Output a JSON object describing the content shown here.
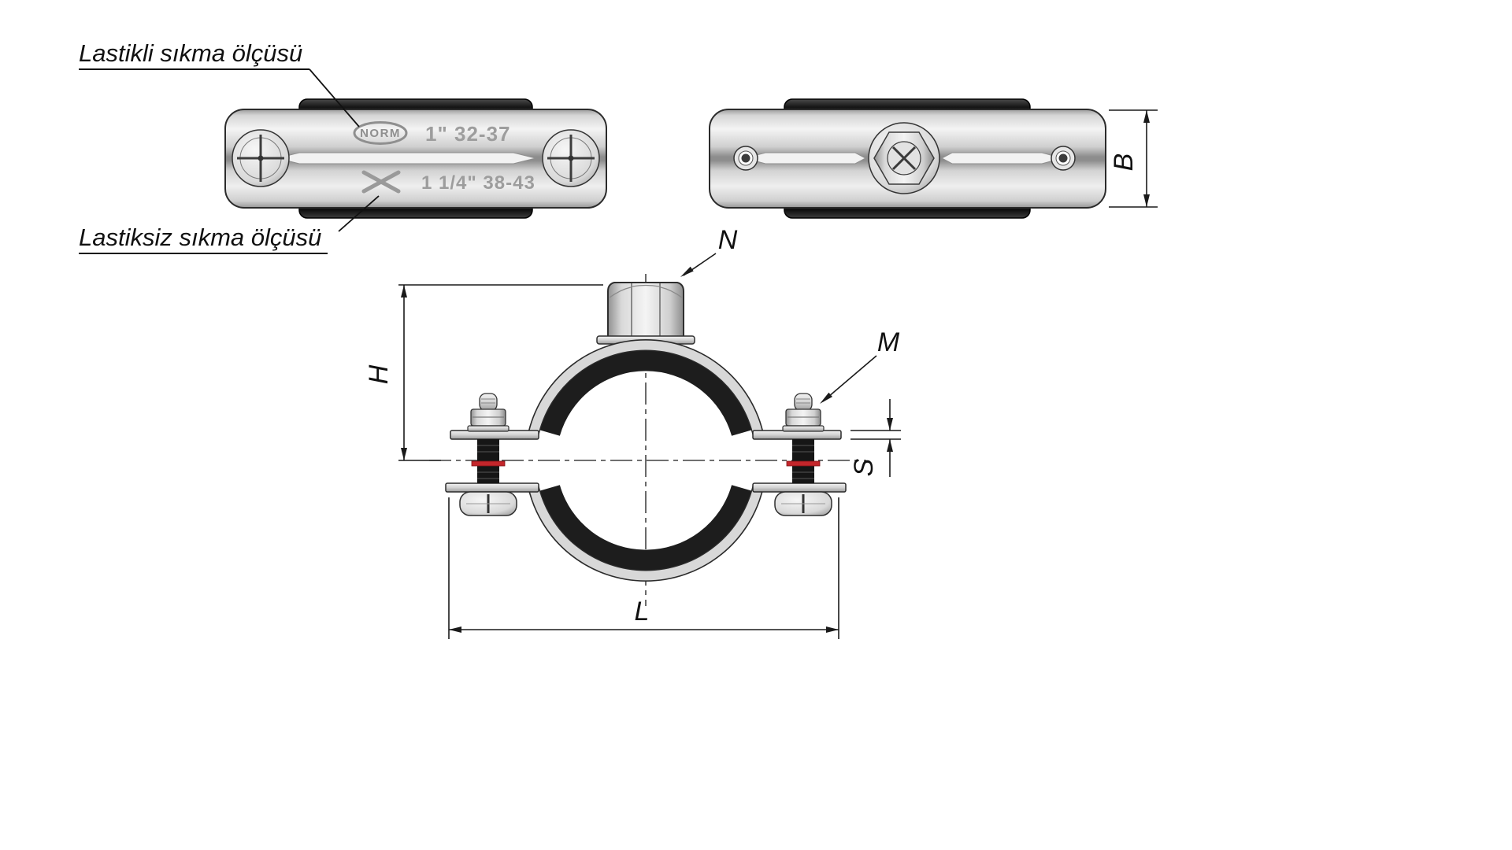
{
  "page": {
    "background": "#ffffff"
  },
  "callouts": {
    "with_rubber": "Lastikli sıkma ölçüsü",
    "without_rubber": "Lastiksiz sıkma ölçüsü"
  },
  "band_markings": {
    "brand": "NORM",
    "size_range_top": "1\" 32-37",
    "size_range_bottom": "1 1/4\" 38-43"
  },
  "dim_labels": {
    "width": "B",
    "height": "H",
    "length": "L",
    "plate_thickness": "S",
    "nut": "N",
    "screw": "M"
  },
  "colors": {
    "line": "#1a1a1a",
    "rubber": "#1d1d1d",
    "metal_light": "#f4f4f4",
    "metal_dark": "#9a9a9a",
    "washer_red": "#c4262b"
  }
}
